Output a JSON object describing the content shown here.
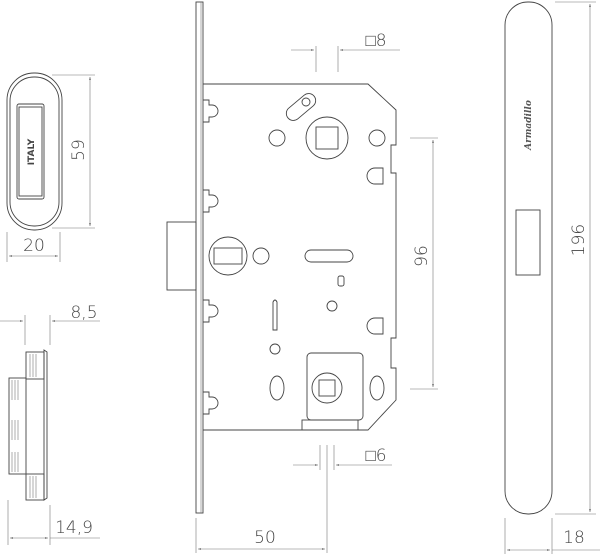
{
  "title": "Mortise lock technical drawing",
  "dimensions": {
    "rosette_height": "59",
    "rosette_width": "20",
    "rosette_depth_a": "8,5",
    "rosette_depth_b": "14,9",
    "spindle_square": "□8",
    "wc_square": "□6",
    "backset": "50",
    "center_distance": "96",
    "strike_height": "196",
    "strike_width": "18"
  },
  "labels": {
    "rosette_mark": "ITALY",
    "brand": "Armadillo"
  },
  "colors": {
    "line": "#444444"
  }
}
